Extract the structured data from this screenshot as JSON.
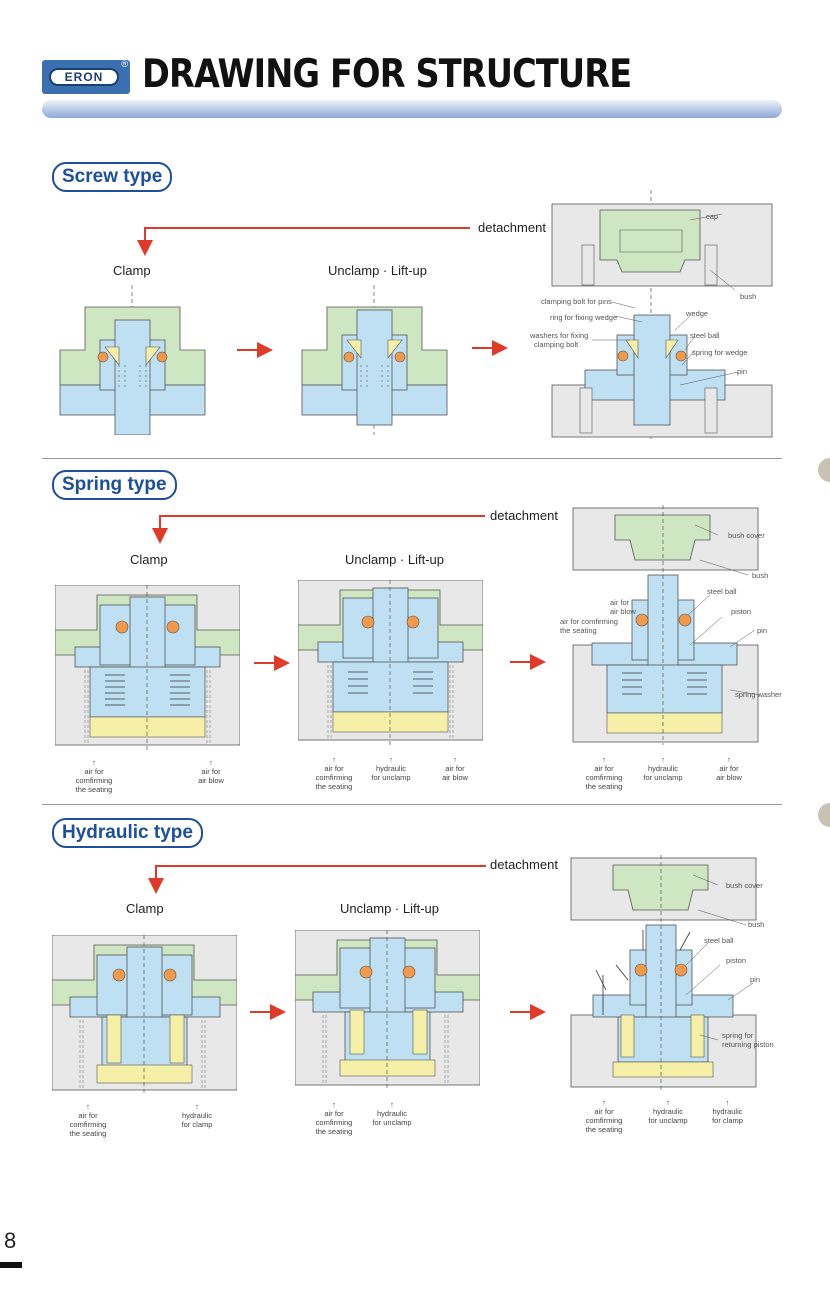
{
  "header": {
    "logo_text": "ERON",
    "logo_mark": "®",
    "title": "DRAWING FOR STRUCTURE"
  },
  "colors": {
    "clamp_green": "#cfe6c2",
    "body_blue": "#bfe0f2",
    "yellow": "#f6efa8",
    "orange_ball": "#f29a4a",
    "red_arrow": "#e03a2a",
    "brand_blue": "#1d4f9a"
  },
  "sections": {
    "screw": {
      "heading": "Screw type",
      "clamp": "Clamp",
      "unclamp": "Unclamp · Lift-up",
      "detachment": "detachment",
      "parts": {
        "cap": "cap",
        "bush": "bush",
        "clamping_bolt": "clamping bolt for pins",
        "ring": "ring for fixing wedge",
        "washers_1": "washers for fixing",
        "washers_2": "clamping bolt",
        "wedge": "wedge",
        "steel_ball": "steel ball",
        "spring_wedge": "spring for wedge",
        "pin": "pin"
      }
    },
    "spring": {
      "heading": "Spring type",
      "clamp": "Clamp",
      "unclamp": "Unclamp · Lift-up",
      "detachment": "detachment",
      "parts": {
        "bush_cover": "bush cover",
        "bush": "bush",
        "steel_ball": "steel ball",
        "air_blow_1": "air for",
        "air_blow_2": "air blow",
        "air_confirm_1": "air for comfirming",
        "air_confirm_2": "the seating",
        "piston": "piston",
        "pin": "pin",
        "spring_washer": "spring washer"
      },
      "ports_clamp": [
        {
          "l1": "air for",
          "l2": "comfirming",
          "l3": "the seating"
        },
        {
          "l1": "air for",
          "l2": "air blow",
          "l3": ""
        }
      ],
      "ports_unclamp": [
        {
          "l1": "air for",
          "l2": "comfirming",
          "l3": "the seating"
        },
        {
          "l1": "hydraulic",
          "l2": "for unclamp",
          "l3": ""
        },
        {
          "l1": "air for",
          "l2": "air blow",
          "l3": ""
        }
      ],
      "ports_detach": [
        {
          "l1": "air for",
          "l2": "comfirming",
          "l3": "the seating"
        },
        {
          "l1": "hydraulic",
          "l2": "for unclamp",
          "l3": ""
        },
        {
          "l1": "air for",
          "l2": "air blow",
          "l3": ""
        }
      ]
    },
    "hydraulic": {
      "heading": "Hydraulic type",
      "clamp": "Clamp",
      "unclamp": "Unclamp · Lift-up",
      "detachment": "detachment",
      "parts": {
        "bush_cover": "bush cover",
        "bush": "bush",
        "steel_ball": "steel ball",
        "piston": "piston",
        "pin": "pin",
        "spring_1": "spring for",
        "spring_2": "returning piston"
      },
      "ports_clamp": [
        {
          "l1": "air for",
          "l2": "comfirming",
          "l3": "the seating"
        },
        {
          "l1": "hydraulic",
          "l2": "for clamp",
          "l3": ""
        }
      ],
      "ports_unclamp": [
        {
          "l1": "air for",
          "l2": "comfirming",
          "l3": "the seating"
        },
        {
          "l1": "hydraulic",
          "l2": "for unclamp",
          "l3": ""
        }
      ],
      "ports_detach": [
        {
          "l1": "air for",
          "l2": "comfirming",
          "l3": "the seating"
        },
        {
          "l1": "hydraulic",
          "l2": "for unclamp",
          "l3": ""
        },
        {
          "l1": "hydraulic",
          "l2": "for clamp",
          "l3": ""
        }
      ]
    }
  },
  "page_number": "8"
}
